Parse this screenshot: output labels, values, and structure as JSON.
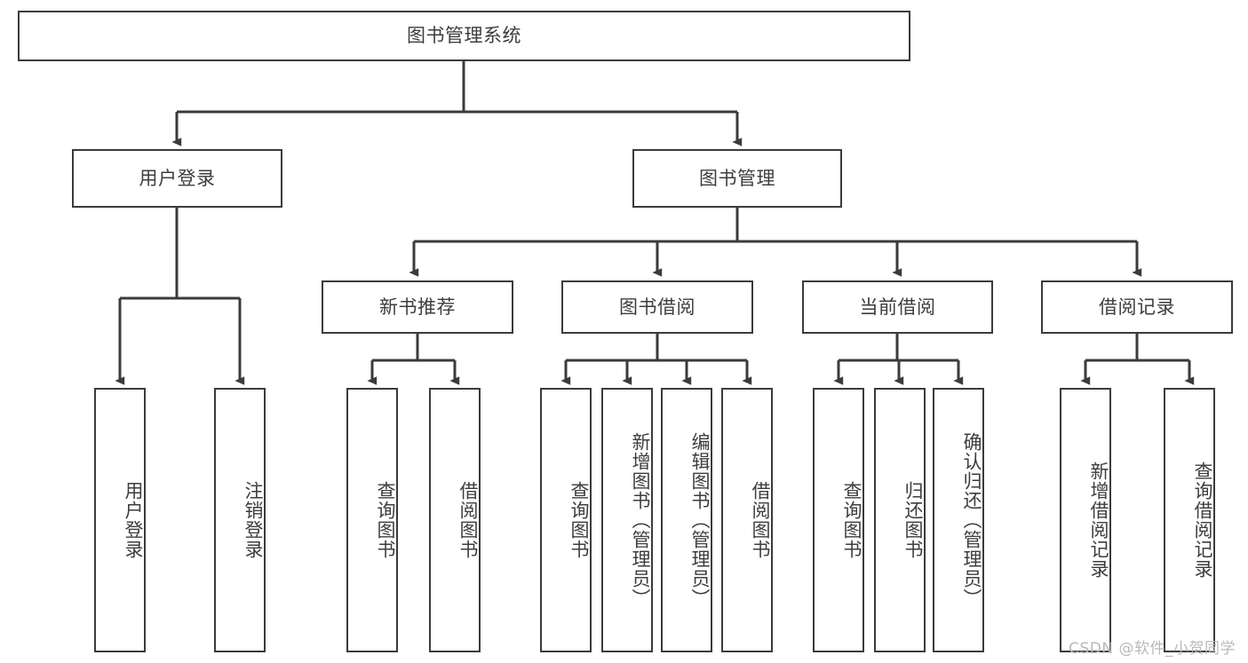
{
  "diagram": {
    "title": "图书管理系统",
    "watermark": "CSDN @软件_小贺同学",
    "root": {
      "label": "图书管理系统"
    },
    "level2": [
      {
        "label": "用户登录"
      },
      {
        "label": "图书管理"
      }
    ],
    "level3": [
      {
        "label": "新书推荐"
      },
      {
        "label": "图书借阅"
      },
      {
        "label": "当前借阅"
      },
      {
        "label": "借阅记录"
      }
    ],
    "leaves": {
      "user_login": [
        {
          "label": "用户登录"
        },
        {
          "label": "注销登录"
        }
      ],
      "new_book_recommend": [
        {
          "label": "查询图书"
        },
        {
          "label": "借阅图书"
        }
      ],
      "book_borrow": [
        {
          "label": "查询图书"
        },
        {
          "label": "新增图书（管理员）"
        },
        {
          "label": "编辑图书（管理员）"
        },
        {
          "label": "借阅图书"
        }
      ],
      "current_borrow": [
        {
          "label": "查询图书"
        },
        {
          "label": "归还图书"
        },
        {
          "label": "确认归还（管理员）"
        }
      ],
      "borrow_record": [
        {
          "label": "新增借阅记录"
        },
        {
          "label": "查询借阅记录"
        }
      ]
    },
    "colors": {
      "stroke": "#3b3b3b",
      "text": "#3d3d3d",
      "background": "#ffffff",
      "watermark": "#b9b9b9"
    }
  }
}
